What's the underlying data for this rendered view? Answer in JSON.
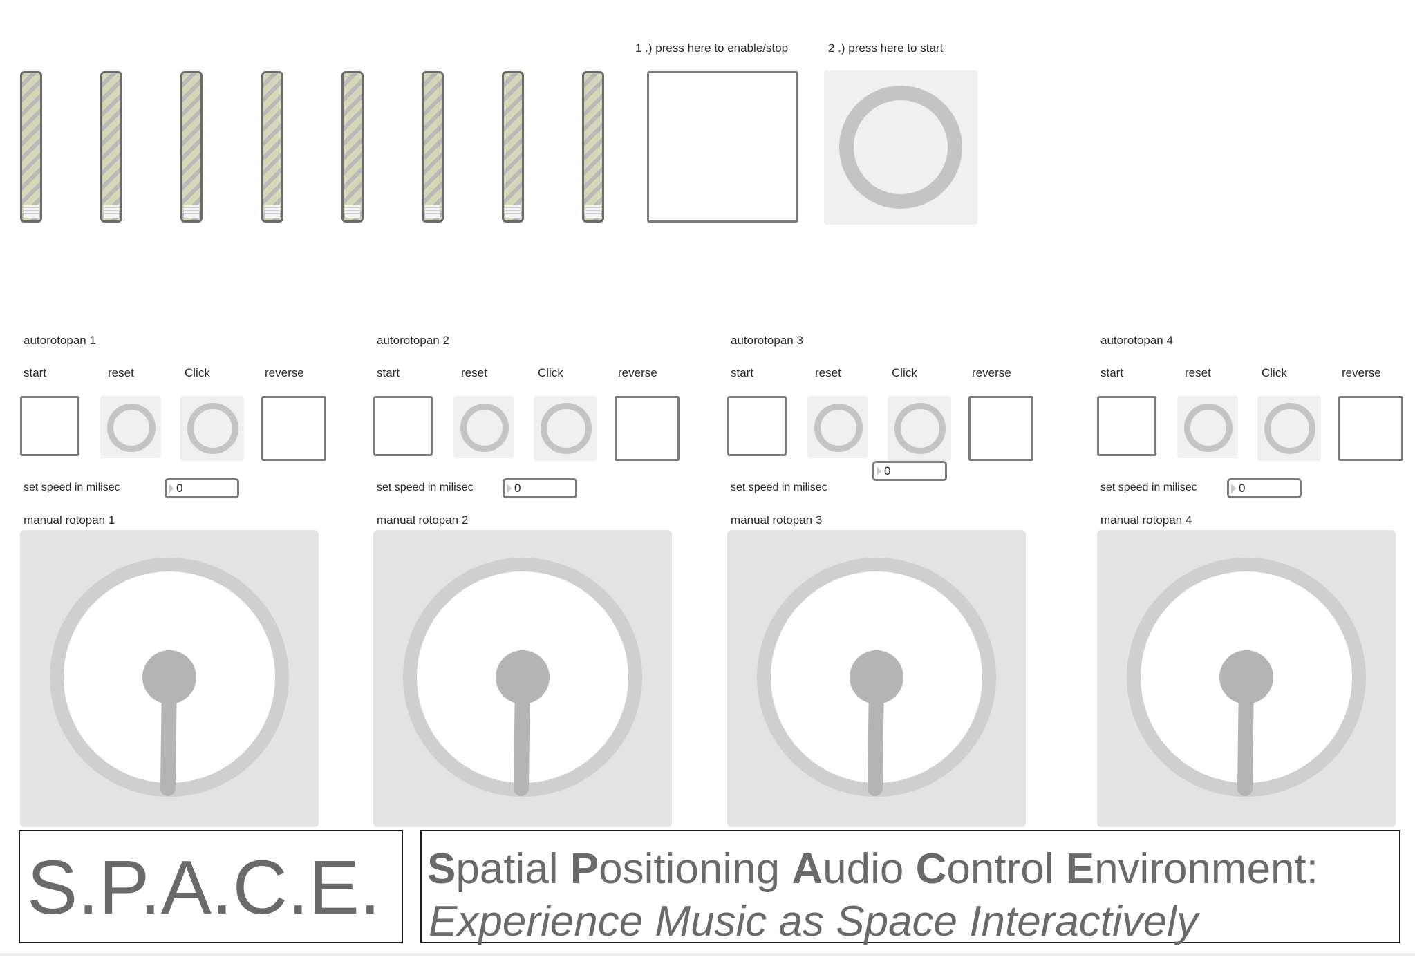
{
  "top": {
    "slider_count": 8,
    "sliders": [
      0,
      0,
      0,
      0,
      0,
      0,
      0,
      0
    ],
    "enable_label": "1 .) press here to enable/stop",
    "start_label": "2 .) press here to start"
  },
  "groups": [
    {
      "title": "autorotopan 1",
      "start": "start",
      "reset": "reset",
      "click": "Click",
      "reverse": "reverse",
      "speed_label": "set speed in milisec",
      "speed_value": "0",
      "manual_label": "manual rotopan 1"
    },
    {
      "title": "autorotopan 2",
      "start": "start",
      "reset": "reset",
      "click": "Click",
      "reverse": "reverse",
      "speed_label": "set speed in milisec",
      "speed_value": "0",
      "manual_label": "manual rotopan 2"
    },
    {
      "title": "autorotopan 3",
      "start": "start",
      "reset": "reset",
      "click": "Click",
      "reverse": "reverse",
      "speed_label": "set speed in milisec",
      "speed_value": "0",
      "manual_label": "manual rotopan 3"
    },
    {
      "title": "autorotopan 4",
      "start": "start",
      "reset": "reset",
      "click": "Click",
      "reverse": "reverse",
      "speed_label": "set speed in milisec",
      "speed_value": "0",
      "manual_label": "manual rotopan 4"
    }
  ],
  "footer": {
    "logo": "S.P.A.C.E.",
    "line1": [
      {
        "b": "S",
        "r": "patial "
      },
      {
        "b": "P",
        "r": "ositioning "
      },
      {
        "b": "A",
        "r": "udio "
      },
      {
        "b": "C",
        "r": "ontrol "
      },
      {
        "b": "E",
        "r": "nvironment:"
      }
    ],
    "line2": "Experience Music as Space Interactively"
  },
  "colors": {
    "text_gray": "#6a6a6a",
    "panel": "#e3e3e3",
    "ring": "#cfcfcf",
    "knob": "#b4b4b4"
  }
}
